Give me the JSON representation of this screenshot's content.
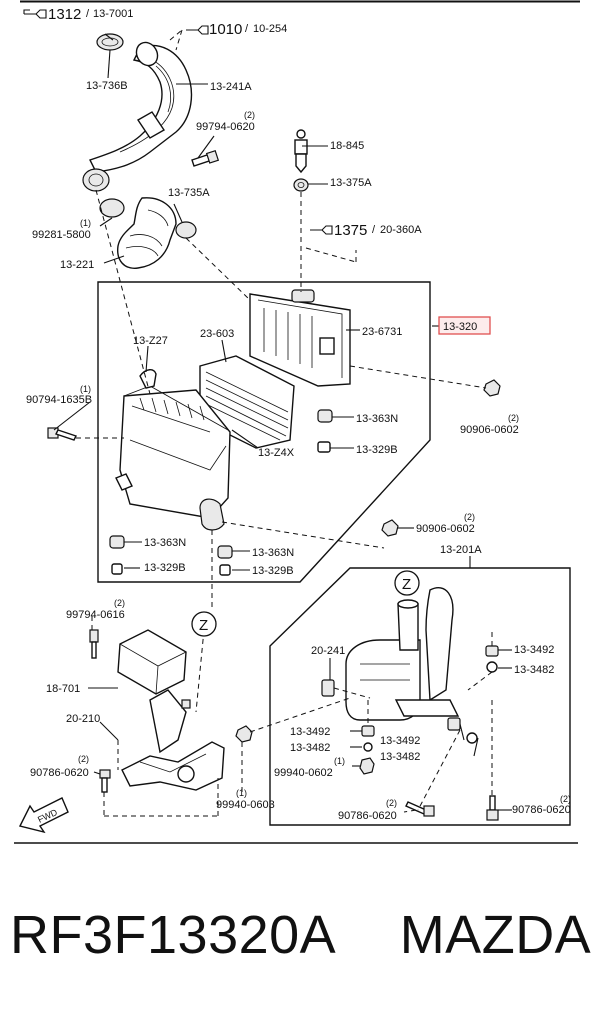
{
  "caption": {
    "part_number": "RF3F13320A",
    "maker": "MAZDA"
  },
  "diagram": {
    "refs": {
      "r1312": {
        "num": "1312",
        "sub": "13-7001"
      },
      "r1010": {
        "num": "1010",
        "sub": "10-254"
      },
      "r1375": {
        "num": "1375",
        "sub": "20-360A"
      }
    },
    "labels": {
      "p13_736B": "13-736B",
      "p13_241A": "13-241A",
      "p99794_0620": "99794-0620",
      "p99794_0620_q": "(2)",
      "p18_845": "18-845",
      "p13_375A": "13-375A",
      "p13_735A": "13-735A",
      "p99281_5800": "99281-5800",
      "p99281_5800_q": "(1)",
      "p13_221": "13-221",
      "p13_Z27": "13-Z27",
      "p23_603": "23-603",
      "p23_6731": "23-6731",
      "p13_320": "13-320",
      "p90906_0602a": "90906-0602",
      "p90906_0602a_q": "(2)",
      "p90794_1635B": "90794-1635B",
      "p90794_1635B_q": "(1)",
      "p13_363N_a": "13-363N",
      "p13_329B_a": "13-329B",
      "p13_Z4X": "13-Z4X",
      "p13_363N_b": "13-363N",
      "p13_329B_b": "13-329B",
      "p13_363N_c": "13-363N",
      "p13_329B_c": "13-329B",
      "p90906_0602b": "90906-0602",
      "p90906_0602b_q": "(2)",
      "p13_201A": "13-201A",
      "p99794_0616": "99794-0616",
      "p99794_0616_q": "(2)",
      "zA": "Z",
      "zB": "Z",
      "p20_241": "20-241",
      "p13_3492_a": "13-3492",
      "p13_3482_a": "13-3482",
      "p18_701": "18-701",
      "p20_210": "20-210",
      "p13_3492_b": "13-3492",
      "p13_3482_b": "13-3482",
      "p13_3492_c": "13-3492",
      "p13_3482_c": "13-3482",
      "p99940_0602": "99940-0602",
      "p99940_0602_q": "(1)",
      "p90786_0620a": "90786-0620",
      "p90786_0620a_q": "(2)",
      "p99940_0603": "99940-0603",
      "p99940_0603_q": "(1)",
      "p90786_0620b": "90786-0620",
      "p90786_0620b_q": "(2)",
      "p90786_0620c": "90786-0620",
      "p90786_0620c_q": "(2)",
      "fwd": "FWD"
    },
    "highlight_color": "#e05050"
  }
}
